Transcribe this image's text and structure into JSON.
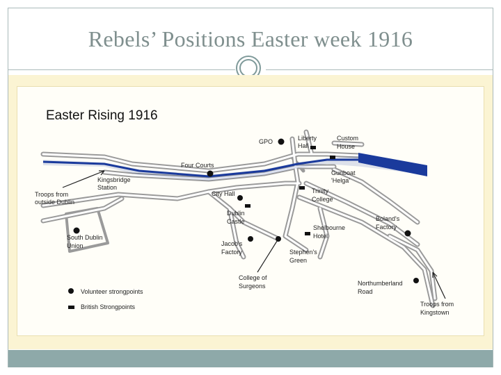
{
  "slide": {
    "title": "Rebels’ Positions Easter week 1916",
    "accent_color": "#8ea9a9",
    "map_background": "#fbf4d3"
  },
  "map": {
    "heading": "Easter Rising 1916",
    "labels": {
      "gpo": "GPO",
      "liberty_hall_1": "Liberty",
      "liberty_hall_2": "Hall",
      "custom_house_1": "Custom",
      "custom_house_2": "House",
      "four_courts": "Four Courts",
      "gunboat_1": "Gunboat",
      "gunboat_2": "'Helga'",
      "kingsbridge_1": "Kingsbridge",
      "kingsbridge_2": "Station",
      "troops_dublin_1": "Troops from",
      "troops_dublin_2": "outside Dublin",
      "city_hall": "City Hall",
      "trinity_1": "Trinity",
      "trinity_2": "College",
      "dublin_castle_1": "Dublin",
      "dublin_castle_2": "Castle",
      "bolands_1": "Boland's",
      "bolands_2": "Factory",
      "south_dublin_1": "South Dublin",
      "south_dublin_2": "Union",
      "shelbourne_1": "Shelbourne",
      "shelbourne_2": "Hotel",
      "jacobs_1": "Jacob's",
      "jacobs_2": "Factory",
      "stephens_1": "Stephen's",
      "stephens_2": "Green",
      "surgeons_1": "College of",
      "surgeons_2": "Surgeons",
      "northumberland_1": "Northumberland",
      "northumberland_2": "Road",
      "troops_kingstown_1": "Troops from",
      "troops_kingstown_2": "Kingstown"
    },
    "legend": {
      "volunteer": "Volunteer strongpoints",
      "british": "British Strongpoints"
    },
    "colors": {
      "river": "#1a3a9c",
      "roads": "#9a9a9a",
      "markers": "#111111"
    }
  }
}
